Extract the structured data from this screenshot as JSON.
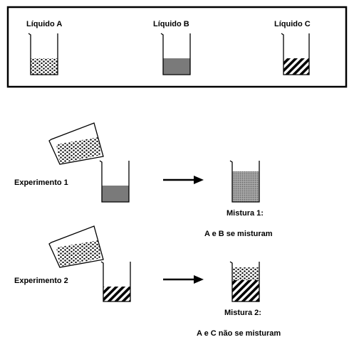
{
  "liquids": [
    {
      "label": "Líquido A",
      "pattern": "dots"
    },
    {
      "label": "Líquido B",
      "pattern": "solid-gray"
    },
    {
      "label": "Líquido C",
      "pattern": "diagonal-stripes"
    }
  ],
  "experiments": [
    {
      "label": "Experimento  1",
      "result_title": "Mistura 1:",
      "result_text": "A e B se misturam"
    },
    {
      "label": "Experimento  2",
      "result_title": "Mistura 2:",
      "result_text": "A e C não se misturam"
    }
  ],
  "colors": {
    "ink": "#000000",
    "liquid_b": "#7a7a7a",
    "mixture_1": "#9a9a9a"
  }
}
